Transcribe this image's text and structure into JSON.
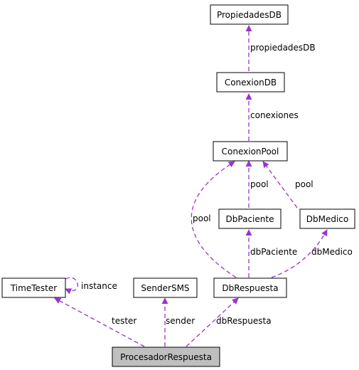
{
  "colors": {
    "edge": "#9A32CD",
    "node_fill": "#ffffff",
    "focus_fill": "#BFBFBF",
    "border": "#000000"
  },
  "nodes": {
    "propiedadesdb": "PropiedadesDB",
    "conexiondb": "ConexionDB",
    "conexionpool": "ConexionPool",
    "dbpaciente": "DbPaciente",
    "dbmedico": "DbMedico",
    "timetester": "TimeTester",
    "sendersms": "SenderSMS",
    "dbrespuesta": "DbRespuesta",
    "procesadorrespuesta": "ProcesadorRespuesta"
  },
  "edges": {
    "propiedadesdb": "propiedadesDB",
    "conexiones": "conexiones",
    "pool_dbpaciente": "pool",
    "pool_dbmedico": "pool",
    "pool_dbrespuesta": "pool",
    "dbpaciente": "dbPaciente",
    "dbmedico": "dbMedico",
    "instance": "instance",
    "tester": "tester",
    "sender": "sender",
    "dbrespuesta": "dbRespuesta"
  }
}
